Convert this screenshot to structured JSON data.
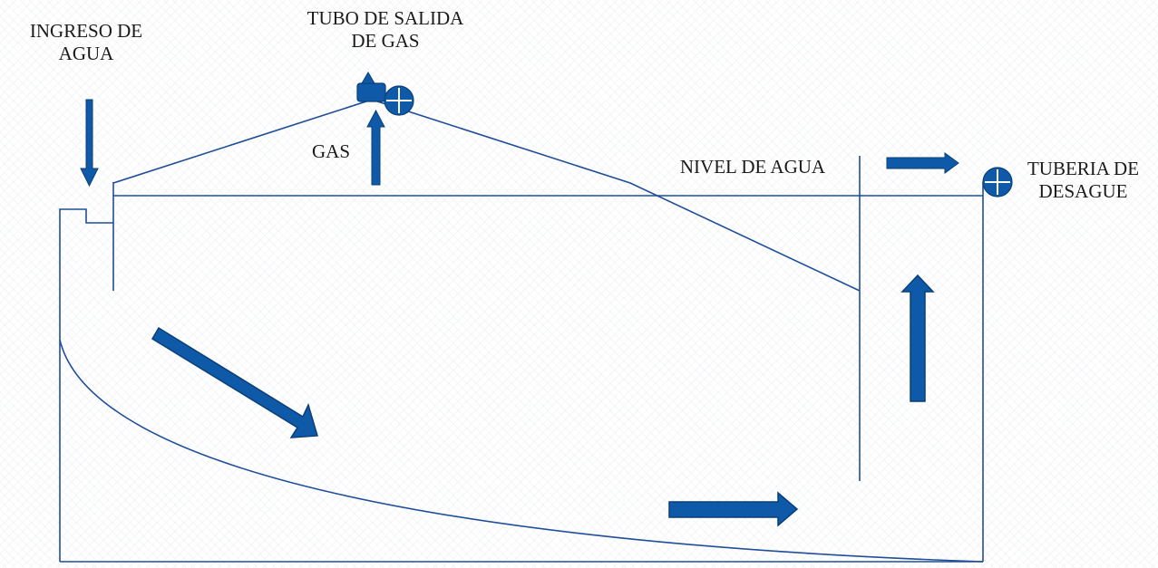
{
  "labels": {
    "ingreso": "INGRESO  DE\nAGUA",
    "tubo_salida": "TUBO DE SALIDA\nDE GAS",
    "gas": "GAS",
    "nivel_agua": "NIVEL DE AGUA",
    "tuberia_desague": "TUBERIA DE\nDESAGUE"
  },
  "colors": {
    "line": "#1f4e9a",
    "arrow_fill": "#0e5aa8",
    "arrow_stroke": "#0a3f78",
    "text": "#1a1a1a"
  },
  "icons": [
    "down-arrow-icon",
    "gas-valve-icon",
    "pipe-valve-icon",
    "up-arrow-icon",
    "right-arrow-icon"
  ]
}
